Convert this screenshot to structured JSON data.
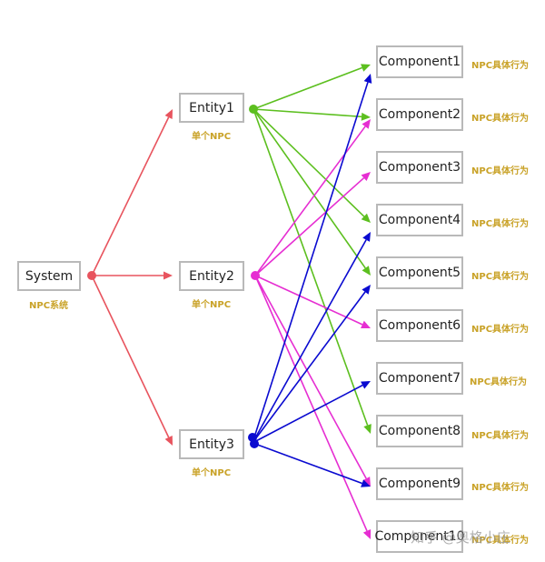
{
  "colors": {
    "system": "#e8545e",
    "entity1": "#5cbf1f",
    "entity2": "#e62ed2",
    "entity3": "#0a0ad0",
    "label": "#c9a227",
    "border": "#b9b9b9"
  },
  "system": {
    "label": "System",
    "sublabel": "NPC系统"
  },
  "entities": [
    {
      "label": "Entity1",
      "sublabel": "单个NPC"
    },
    {
      "label": "Entity2",
      "sublabel": "单个NPC"
    },
    {
      "label": "Entity3",
      "sublabel": "单个NPC"
    }
  ],
  "components": [
    {
      "label": "Component1",
      "sublabel": "NPC具体行为"
    },
    {
      "label": "Component2",
      "sublabel": "NPC具体行为"
    },
    {
      "label": "Component3",
      "sublabel": "NPC具体行为"
    },
    {
      "label": "Component4",
      "sublabel": "NPC具体行为"
    },
    {
      "label": "Component5",
      "sublabel": "NPC具体行为"
    },
    {
      "label": "Component6",
      "sublabel": "NPC具体行为"
    },
    {
      "label": "Component7",
      "sublabel": "NPC具体行为"
    },
    {
      "label": "Component8",
      "sublabel": "NPC具体行为"
    },
    {
      "label": "Component9",
      "sublabel": "NPC具体行为"
    },
    {
      "label": "Component10",
      "sublabel": "NPC具体行为"
    }
  ],
  "edges": {
    "entity1": [
      "Component1",
      "Component2",
      "Component4",
      "Component5",
      "Component8"
    ],
    "entity2": [
      "Component2",
      "Component3",
      "Component6",
      "Component9",
      "Component10"
    ],
    "entity3": [
      "Component1",
      "Component4",
      "Component5",
      "Component7",
      "Component9"
    ]
  },
  "watermark": "知乎 @奥格小庄"
}
